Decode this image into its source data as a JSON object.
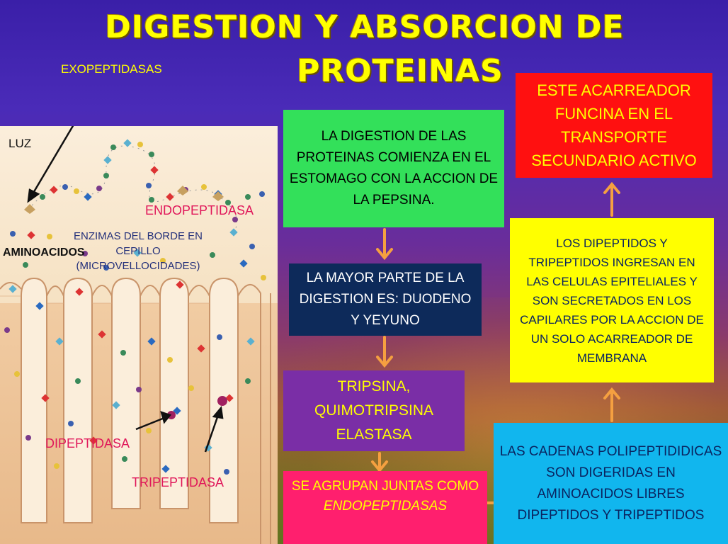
{
  "title": {
    "line1": "DIGESTION Y ABSORCION DE",
    "line2": "PROTEINAS"
  },
  "illustration": {
    "exopeptidasas": "EXOPEPTIDASAS",
    "luz": "LUZ",
    "endopeptidasa": "ENDOPEPTIDASA",
    "aminoacidos": "AMINOACIDOS",
    "enzimas": "ENZIMAS DEL BORDE EN CEPILLO (MICROVELLOCIDADES)",
    "dipeptidasa": "DIPEPTIDASA",
    "tripeptidasa": "TRIPEPTIDASA"
  },
  "flow": {
    "box1": "LA DIGESTION DE LAS PROTEINAS COMIENZA EN EL ESTOMAGO CON LA ACCION DE LA PEPSINA.",
    "box2": "LA MAYOR PARTE DE LA DIGESTION ES: DUODENO Y YEYUNO",
    "box3": "TRIPSINA, QUIMOTRIPSINA ELASTASA",
    "box4_text": "SE AGRUPAN JUNTAS COMO",
    "box4_italic": "ENDOPEPTIDASAS",
    "box5": "LAS CADENAS POLIPEPTIDIDICAS SON DIGERIDAS EN AMINOACIDOS LIBRES DIPEPTIDOS Y TRIPEPTIDOS",
    "box6": "LOS DIPEPTIDOS Y TRIPEPTIDOS INGRESAN EN LAS CELULAS EPITELIALES Y SON SECRETADOS EN LOS CAPILARES POR LA ACCION DE UN SOLO ACARREADOR DE MEMBRANA",
    "box7": "ESTE ACARREADOR FUNCINA EN EL TRANSPORTE SECUNDARIO ACTIVO"
  },
  "colors": {
    "title": "#ffff00",
    "arrow": "#f5a040",
    "box1": "#33e05a",
    "box2": "#0d2a5a",
    "box3": "#7a2ea6",
    "box4": "#ff1f6e",
    "box5": "#11b6ee",
    "box6": "#ffff00",
    "box7": "#ff1010"
  }
}
